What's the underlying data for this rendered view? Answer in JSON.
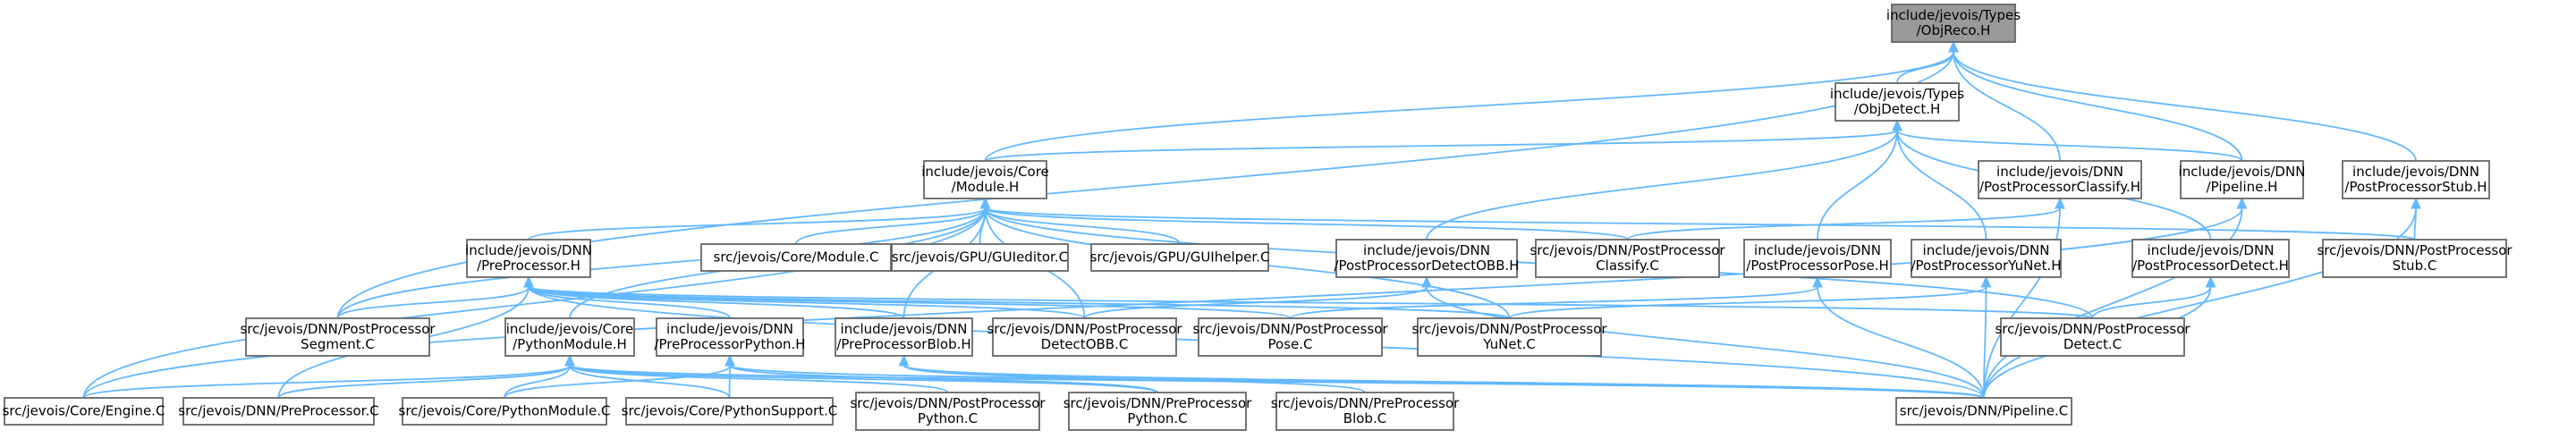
{
  "graph": {
    "edge_color": "#63b8ff",
    "root_fill": "#999999",
    "node_border": "#666666",
    "nodes": [
      {
        "id": "objreco",
        "lines": [
          "include/jevois/Types",
          "/ObjReco.H"
        ],
        "root": true
      },
      {
        "id": "objdetect",
        "lines": [
          "include/jevois/Types",
          "/ObjDetect.H"
        ]
      },
      {
        "id": "coremodule",
        "lines": [
          "include/jevois/Core",
          "/Module.H"
        ]
      },
      {
        "id": "ppclassifyh",
        "lines": [
          "include/jevois/DNN",
          "/PostProcessorClassify.H"
        ]
      },
      {
        "id": "pipelineh",
        "lines": [
          "include/jevois/DNN",
          "/Pipeline.H"
        ]
      },
      {
        "id": "ppstubh",
        "lines": [
          "include/jevois/DNN",
          "/PostProcessorStub.H"
        ]
      },
      {
        "id": "preprocessorh",
        "lines": [
          "include/jevois/DNN",
          "/PreProcessor.H"
        ]
      },
      {
        "id": "coremodulec",
        "lines": [
          "src/jevois/Core/Module.C"
        ]
      },
      {
        "id": "guieditor",
        "lines": [
          "src/jevois/GPU/GUIeditor.C"
        ]
      },
      {
        "id": "guihelper",
        "lines": [
          "src/jevois/GPU/GUIhelper.C"
        ]
      },
      {
        "id": "ppdetectobbh",
        "lines": [
          "include/jevois/DNN",
          "/PostProcessorDetectOBB.H"
        ]
      },
      {
        "id": "ppclassifyc",
        "lines": [
          "src/jevois/DNN/PostProcessor",
          "Classify.C"
        ]
      },
      {
        "id": "ppposeh",
        "lines": [
          "include/jevois/DNN",
          "/PostProcessorPose.H"
        ]
      },
      {
        "id": "ppyuneth",
        "lines": [
          "include/jevois/DNN",
          "/PostProcessorYuNet.H"
        ]
      },
      {
        "id": "ppdetecth",
        "lines": [
          "include/jevois/DNN",
          "/PostProcessorDetect.H"
        ]
      },
      {
        "id": "ppstubc",
        "lines": [
          "src/jevois/DNN/PostProcessor",
          "Stub.C"
        ]
      },
      {
        "id": "ppsegmentc",
        "lines": [
          "src/jevois/DNN/PostProcessor",
          "Segment.C"
        ]
      },
      {
        "id": "pythonmoduleh",
        "lines": [
          "include/jevois/Core",
          "/PythonModule.H"
        ]
      },
      {
        "id": "prepythonh",
        "lines": [
          "include/jevois/DNN",
          "/PreProcessorPython.H"
        ]
      },
      {
        "id": "preblobh",
        "lines": [
          "include/jevois/DNN",
          "/PreProcessorBlob.H"
        ]
      },
      {
        "id": "ppdetectobbc",
        "lines": [
          "src/jevois/DNN/PostProcessor",
          "DetectOBB.C"
        ]
      },
      {
        "id": "npposec",
        "lines": [
          "src/jevois/DNN/PostProcessor",
          "Pose.C"
        ]
      },
      {
        "id": "ppyunetc",
        "lines": [
          "src/jevois/DNN/PostProcessor",
          "YuNet.C"
        ]
      },
      {
        "id": "ppdetectc",
        "lines": [
          "src/jevois/DNN/PostProcessor",
          "Detect.C"
        ]
      },
      {
        "id": "enginec",
        "lines": [
          "src/jevois/Core/Engine.C"
        ]
      },
      {
        "id": "preprocessorc",
        "lines": [
          "src/jevois/DNN/PreProcessor.C"
        ]
      },
      {
        "id": "pythonmodulec",
        "lines": [
          "src/jevois/Core/PythonModule.C"
        ]
      },
      {
        "id": "pythonsupportc",
        "lines": [
          "src/jevois/Core/PythonSupport.C"
        ]
      },
      {
        "id": "pppythonc",
        "lines": [
          "src/jevois/DNN/PostProcessor",
          "Python.C"
        ]
      },
      {
        "id": "prepythonc",
        "lines": [
          "src/jevois/DNN/PreProcessor",
          "Python.C"
        ]
      },
      {
        "id": "preblobc",
        "lines": [
          "src/jevois/DNN/PreProcessor",
          "Blob.C"
        ]
      },
      {
        "id": "pipelinec",
        "lines": [
          "src/jevois/DNN/Pipeline.C"
        ]
      }
    ],
    "edges": [
      [
        "objdetect",
        "objreco"
      ],
      [
        "coremodule",
        "objreco"
      ],
      [
        "ppclassifyh",
        "objreco"
      ],
      [
        "pipelineh",
        "objreco"
      ],
      [
        "ppstubh",
        "objreco"
      ],
      [
        "ppsegmentc",
        "objreco"
      ],
      [
        "coremodule",
        "objdetect"
      ],
      [
        "pipelineh",
        "objdetect"
      ],
      [
        "ppdetectobbh",
        "objdetect"
      ],
      [
        "ppposeh",
        "objdetect"
      ],
      [
        "ppyuneth",
        "objdetect"
      ],
      [
        "ppdetecth",
        "objdetect"
      ],
      [
        "preprocessorh",
        "coremodule"
      ],
      [
        "coremodulec",
        "coremodule"
      ],
      [
        "guieditor",
        "coremodule"
      ],
      [
        "guihelper",
        "coremodule"
      ],
      [
        "ppclassifyc",
        "coremodule"
      ],
      [
        "ppstubc",
        "coremodule"
      ],
      [
        "ppsegmentc",
        "coremodule"
      ],
      [
        "pythonmoduleh",
        "coremodule"
      ],
      [
        "ppdetectobbc",
        "coremodule"
      ],
      [
        "ppyunetc",
        "coremodule"
      ],
      [
        "ppdetectc",
        "coremodule"
      ],
      [
        "enginec",
        "coremodule"
      ],
      [
        "preblobh",
        "coremodule"
      ],
      [
        "ppclassifyc",
        "ppclassifyh"
      ],
      [
        "pipelinec",
        "ppclassifyh"
      ],
      [
        "pipelinec",
        "pipelineh"
      ],
      [
        "enginec",
        "pipelineh"
      ],
      [
        "ppstubc",
        "ppstubh"
      ],
      [
        "pipelinec",
        "ppstubh"
      ],
      [
        "ppsegmentc",
        "preprocessorh"
      ],
      [
        "prepythonh",
        "preprocessorh"
      ],
      [
        "preblobh",
        "preprocessorh"
      ],
      [
        "preprocessorc",
        "preprocessorh"
      ],
      [
        "ppdetectobbc",
        "preprocessorh"
      ],
      [
        "npposec",
        "preprocessorh"
      ],
      [
        "ppyunetc",
        "preprocessorh"
      ],
      [
        "ppdetectc",
        "preprocessorh"
      ],
      [
        "pipelinec",
        "preprocessorh"
      ],
      [
        "ppdetectobbc",
        "ppdetectobbh"
      ],
      [
        "pipelinec",
        "ppdetectobbh"
      ],
      [
        "npposec",
        "ppposeh"
      ],
      [
        "pipelinec",
        "ppposeh"
      ],
      [
        "ppyunetc",
        "ppyuneth"
      ],
      [
        "pipelinec",
        "ppyuneth"
      ],
      [
        "ppdetectc",
        "ppdetecth"
      ],
      [
        "pipelinec",
        "ppdetecth"
      ],
      [
        "enginec",
        "pythonmoduleh"
      ],
      [
        "preprocessorc",
        "pythonmoduleh"
      ],
      [
        "pythonmodulec",
        "pythonmoduleh"
      ],
      [
        "pythonsupportc",
        "pythonmoduleh"
      ],
      [
        "pppythonc",
        "pythonmoduleh"
      ],
      [
        "prepythonc",
        "pythonmoduleh"
      ],
      [
        "pipelinec",
        "pythonmoduleh"
      ],
      [
        "pythonmodulec",
        "prepythonh"
      ],
      [
        "pythonsupportc",
        "prepythonh"
      ],
      [
        "prepythonc",
        "prepythonh"
      ],
      [
        "pipelinec",
        "prepythonh"
      ],
      [
        "preblobc",
        "preblobh"
      ],
      [
        "pipelinec",
        "preblobh"
      ]
    ]
  }
}
